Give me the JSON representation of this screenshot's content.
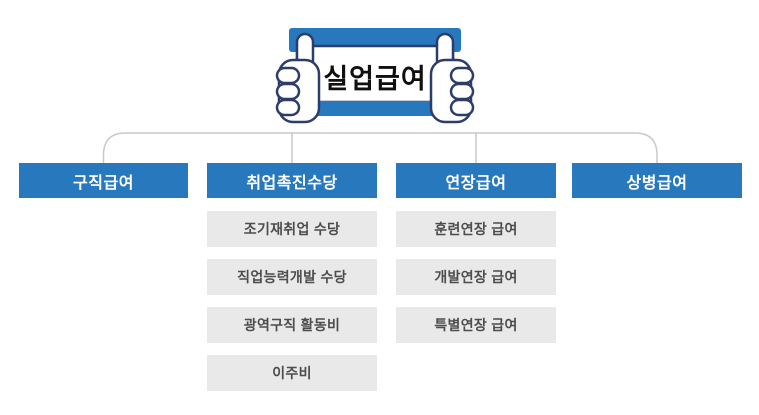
{
  "banner": {
    "title": "실업급여",
    "icon": "hands-holding-banner-icon"
  },
  "colors": {
    "accent_blue": "#2878be",
    "outline_navy": "#2d3d6b",
    "sub_bg": "#e9e9e9",
    "sub_text": "#4d4d4d",
    "connector": "#c9c9c9",
    "banner_text": "#101010"
  },
  "columns": [
    {
      "label": "구직급여",
      "children": []
    },
    {
      "label": "취업촉진수당",
      "children": [
        "조기재취업 수당",
        "직업능력개발 수당",
        "광역구직 활동비",
        "이주비"
      ]
    },
    {
      "label": "연장급여",
      "children": [
        "훈련연장 급여",
        "개발연장 급여",
        "특별연장 급여"
      ]
    },
    {
      "label": "상병급여",
      "children": []
    }
  ]
}
